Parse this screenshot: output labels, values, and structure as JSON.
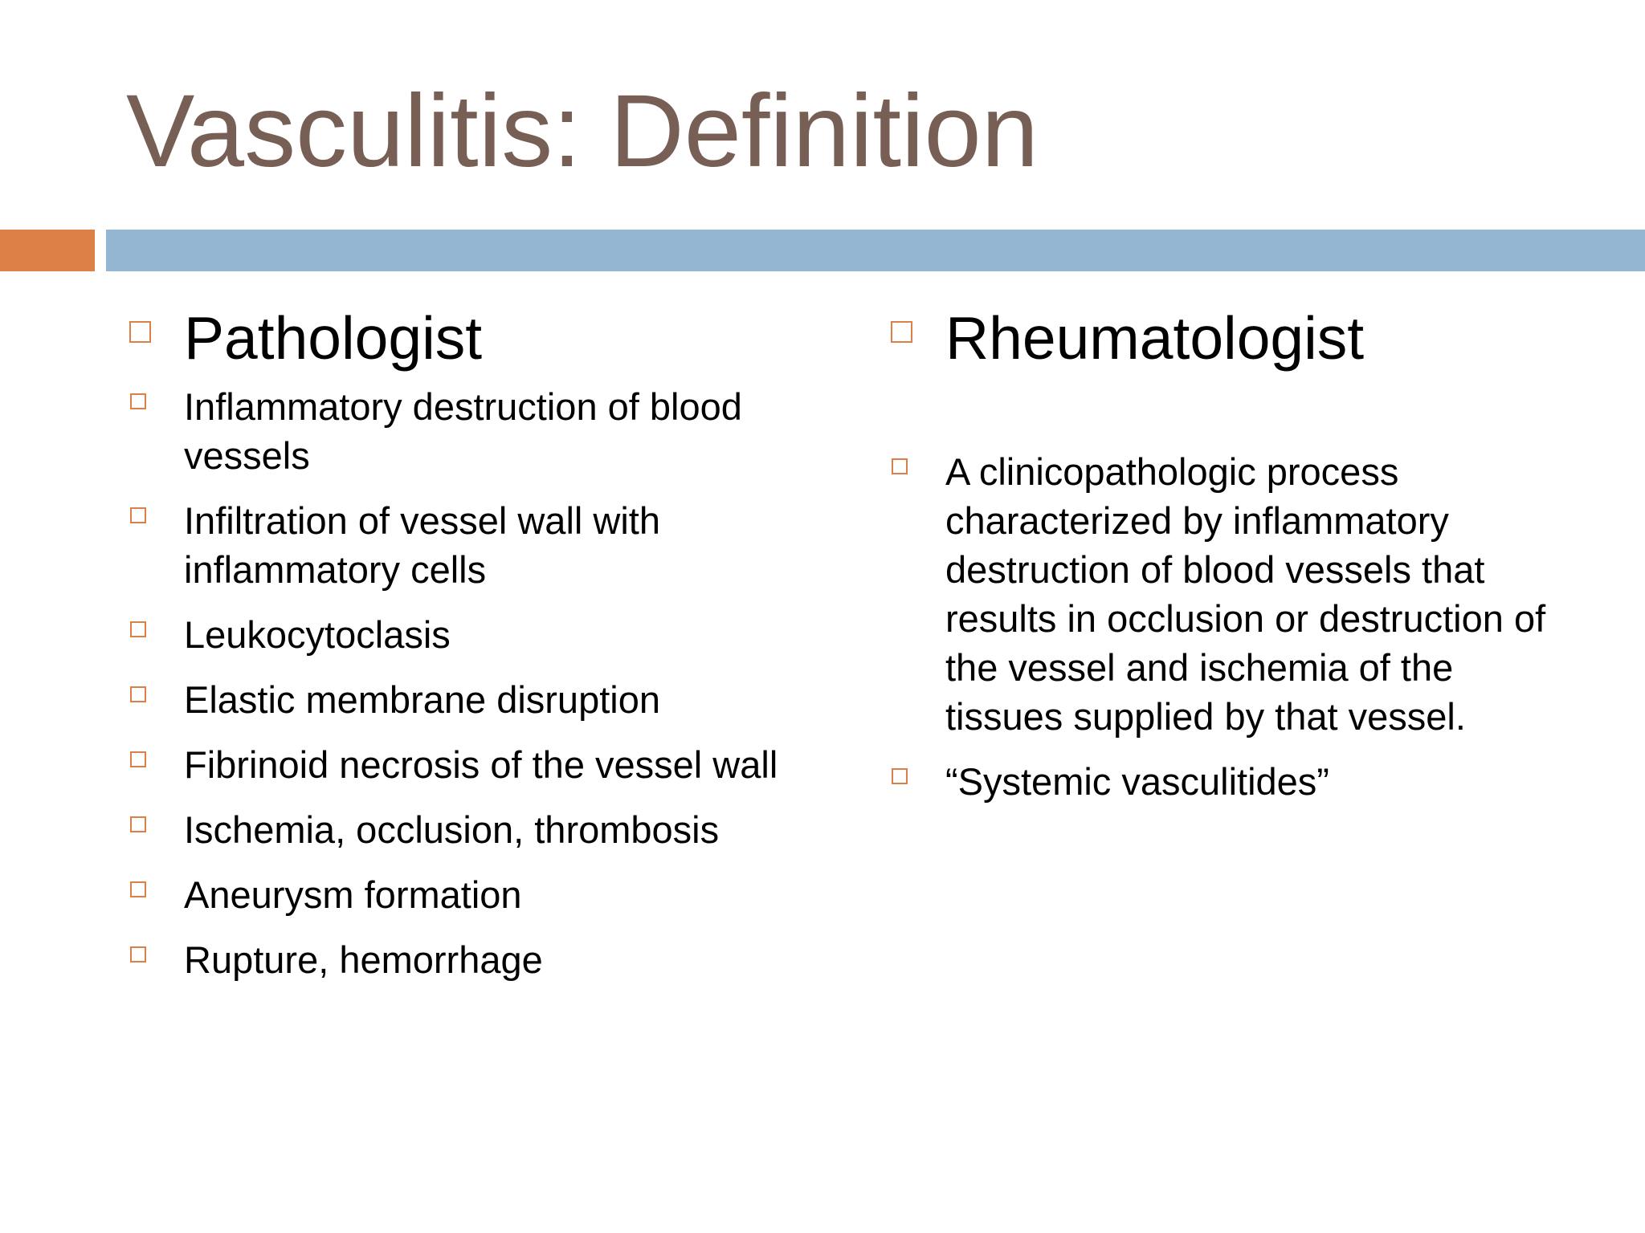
{
  "slide": {
    "title": "Vasculitis: Definition",
    "left_column": {
      "heading": "Pathologist",
      "items": [
        "Inflammatory destruction of blood vessels",
        "Infiltration of vessel wall with inflammatory cells",
        "Leukocytoclasis",
        "Elastic membrane disruption",
        "Fibrinoid necrosis of the vessel wall",
        "Ischemia, occlusion, thrombosis",
        "Aneurysm formation",
        "Rupture, hemorrhage"
      ]
    },
    "right_column": {
      "heading": "Rheumatologist",
      "items": [
        "A clinicopathologic process characterized by inflammatory destruction of blood vessels that results in occlusion or destruction of the vessel and ischemia of the tissues supplied by that vessel.",
        "“Systemic vasculitides”"
      ]
    }
  },
  "colors": {
    "title": "#775f55",
    "accent_orange": "#dd8047",
    "accent_blue": "#94b6d2",
    "text": "#000000",
    "background": "#ffffff"
  },
  "icons": {
    "bullet": "square-outline-bullet-icon"
  }
}
